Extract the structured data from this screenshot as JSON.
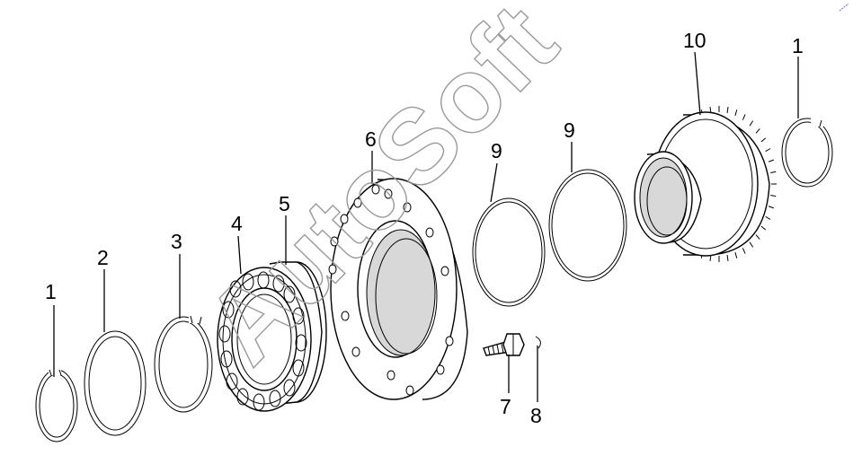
{
  "callouts": [
    {
      "id": "c1a",
      "label": "1"
    },
    {
      "id": "c2",
      "label": "2"
    },
    {
      "id": "c3",
      "label": "3"
    },
    {
      "id": "c4",
      "label": "4"
    },
    {
      "id": "c5",
      "label": "5"
    },
    {
      "id": "c6",
      "label": "6"
    },
    {
      "id": "c7",
      "label": "7"
    },
    {
      "id": "c8",
      "label": "8"
    },
    {
      "id": "c9a",
      "label": "9"
    },
    {
      "id": "c9b",
      "label": "9"
    },
    {
      "id": "c10",
      "label": "10"
    },
    {
      "id": "c1b",
      "label": "1"
    }
  ],
  "watermark": "AutoSoft"
}
